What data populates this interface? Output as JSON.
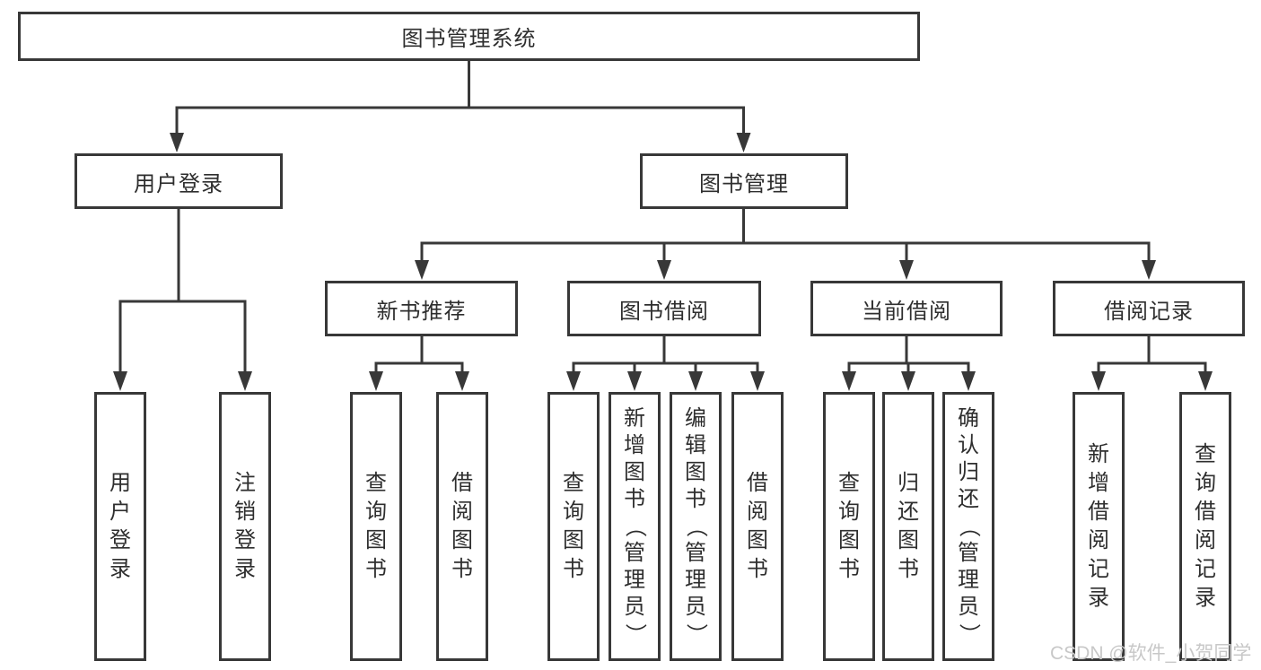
{
  "tree": {
    "label": "图书管理系统",
    "children": [
      {
        "label": "用户登录",
        "children": [
          {
            "label": "用户登录"
          },
          {
            "label": "注销登录"
          }
        ]
      },
      {
        "label": "图书管理",
        "children": [
          {
            "label": "新书推荐",
            "children": [
              {
                "label": "查询图书"
              },
              {
                "label": "借阅图书"
              }
            ]
          },
          {
            "label": "图书借阅",
            "children": [
              {
                "label": "查询图书"
              },
              {
                "label": "新增图书（管理员）"
              },
              {
                "label": "编辑图书（管理员）"
              },
              {
                "label": "借阅图书"
              }
            ]
          },
          {
            "label": "当前借阅",
            "children": [
              {
                "label": "查询图书"
              },
              {
                "label": "归还图书"
              },
              {
                "label": "确认归还（管理员）"
              }
            ]
          },
          {
            "label": "借阅记录",
            "children": [
              {
                "label": "新增借阅记录"
              },
              {
                "label": "查询借阅记录"
              }
            ]
          }
        ]
      }
    ]
  },
  "watermark": "CSDN @软件_小贺同学",
  "colors": {
    "line": "#383838",
    "text": "#2e2e2e",
    "watermark": "#c8c8c8",
    "background": "#ffffff"
  }
}
